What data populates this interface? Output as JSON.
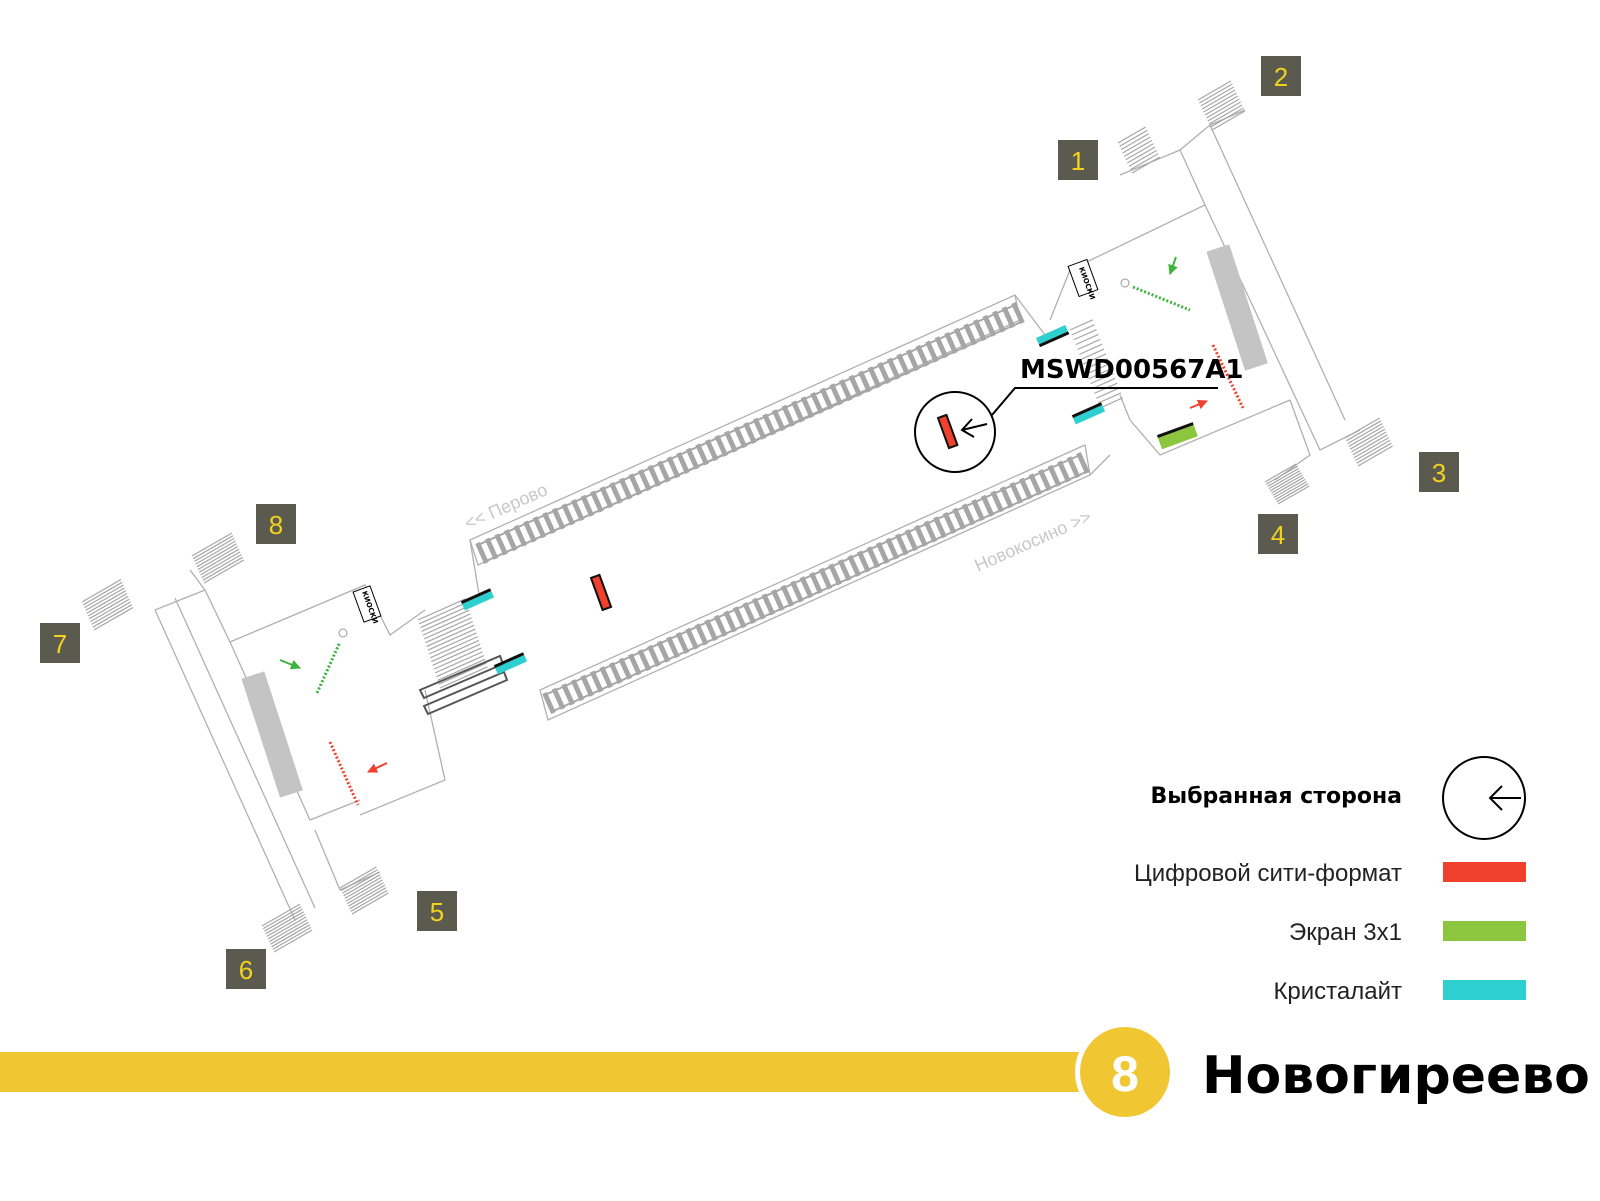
{
  "station": {
    "name": "Новогиреево",
    "line_number": "8",
    "line_color": "#f0c633"
  },
  "exits": [
    "1",
    "2",
    "3",
    "4",
    "5",
    "6",
    "7",
    "8"
  ],
  "directions": {
    "upper_track": "<< Перово",
    "lower_track": "Новокосино >>"
  },
  "kiosk_label": "КИОСКИ",
  "selected_panel": {
    "code": "MSWD00567A1"
  },
  "legend": {
    "selected_side": "Выбранная сторона",
    "items": [
      {
        "label": "Цифровой сити-формат",
        "color": "#f0412e"
      },
      {
        "label": "Экран 3х1",
        "color": "#8cc63f"
      },
      {
        "label": "Кристалайт",
        "color": "#2ecfcf"
      }
    ]
  },
  "colors": {
    "exit_badge": "#5b5a4e",
    "exit_text": "#f3d21e",
    "wall": "#aaaaaa",
    "track": "#a6a6a6"
  }
}
